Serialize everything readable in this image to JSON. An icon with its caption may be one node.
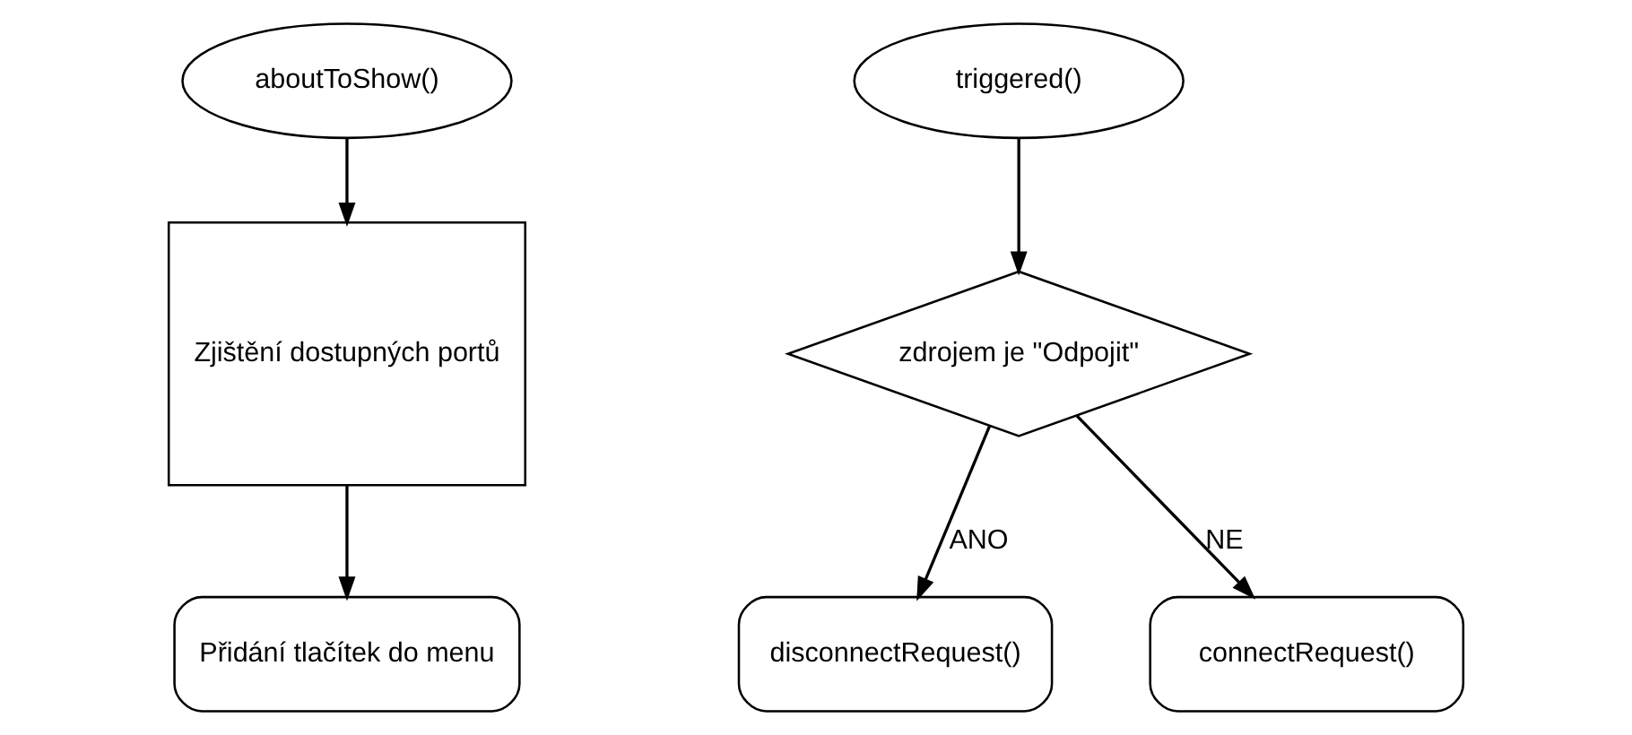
{
  "diagram": {
    "nodes": [
      {
        "text": [
          "aboutToShow()"
        ]
      },
      {
        "text": [
          "Zjištění dostupných portů"
        ]
      },
      {
        "text": [
          "Přidání tlačítek do menu"
        ]
      },
      {
        "text": [
          "triggered()"
        ]
      },
      {
        "text": [
          "zdrojem je \"Odpojit\""
        ]
      },
      {
        "text": [
          "disconnectRequest()"
        ]
      },
      {
        "text": [
          "connectRequest()"
        ]
      }
    ],
    "edges": [
      {
        "from": 0,
        "to": 1,
        "arrow": "to"
      },
      {
        "from": 1,
        "to": 2,
        "arrow": "to"
      },
      {
        "from": 3,
        "to": 4,
        "arrow": "to"
      },
      {
        "from": 4,
        "to": 5,
        "arrow": "to",
        "label": "ANO"
      },
      {
        "from": 4,
        "to": 6,
        "arrow": "to",
        "label": "NE"
      }
    ]
  }
}
